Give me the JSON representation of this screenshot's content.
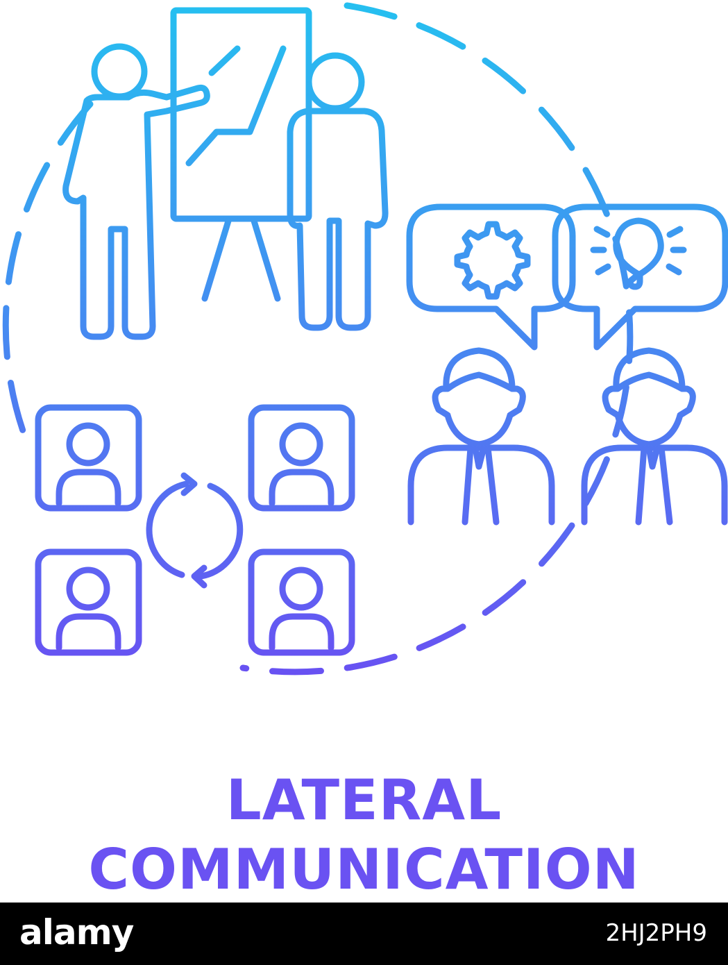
{
  "title": {
    "line1": "LATERAL",
    "line2": "COMMUNICATION",
    "color": "#6a52f2"
  },
  "icon": {
    "name": "lateral-communication-concept-icon",
    "gradient_top": "#25c0f0",
    "gradient_bottom": "#6a4ef2"
  },
  "footer": {
    "brand": "alamy",
    "image_id": "2HJ2PH9",
    "background": "#000000"
  }
}
